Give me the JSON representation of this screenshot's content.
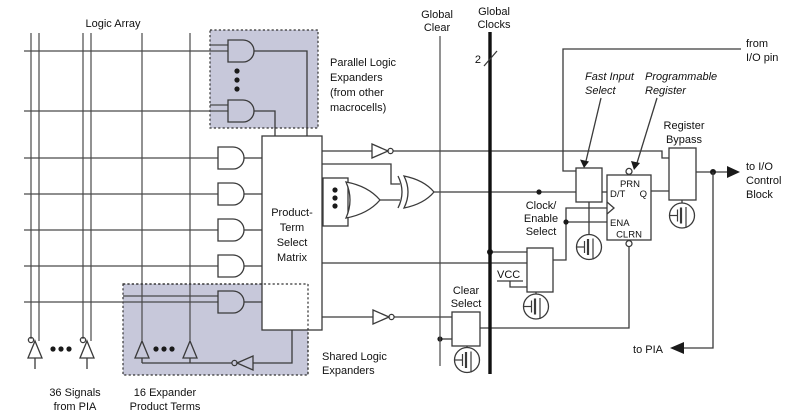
{
  "labels": {
    "logic_array": "Logic Array",
    "parallel": [
      "Parallel Logic",
      "Expanders",
      "(from other",
      "macrocells)"
    ],
    "matrix": [
      "Product-",
      "Term",
      "Select",
      "Matrix"
    ],
    "shared": [
      "Shared Logic",
      "Expanders"
    ],
    "signals": [
      "36 Signals",
      "from PIA"
    ],
    "expanders": [
      "16 Expander",
      "Product Terms"
    ],
    "global_clear": [
      "Global",
      "Clear"
    ],
    "global_clocks": [
      "Global",
      "Clocks"
    ],
    "bus_width": "2",
    "from_io": [
      "from",
      "I/O pin"
    ],
    "fast_input": [
      "Fast Input",
      "Select"
    ],
    "prog_reg": [
      "Programmable",
      "Register"
    ],
    "reg_bypass": [
      "Register",
      "Bypass"
    ],
    "to_io": [
      "to I/O",
      "Control",
      "Block"
    ],
    "to_pia": "to PIA",
    "clock_enable": [
      "Clock/",
      "Enable",
      "Select"
    ],
    "clear_select": [
      "Clear",
      "Select"
    ],
    "vcc": "VCC"
  },
  "pins": {
    "prn": "PRN",
    "dt": "D/T",
    "q": "Q",
    "ena": "ENA",
    "clrn": "CLRN"
  },
  "colors": {
    "expander_fill": "#c7c8da",
    "wire": "#3a3a3a",
    "thick_line": "#111111",
    "background": "#ffffff"
  }
}
